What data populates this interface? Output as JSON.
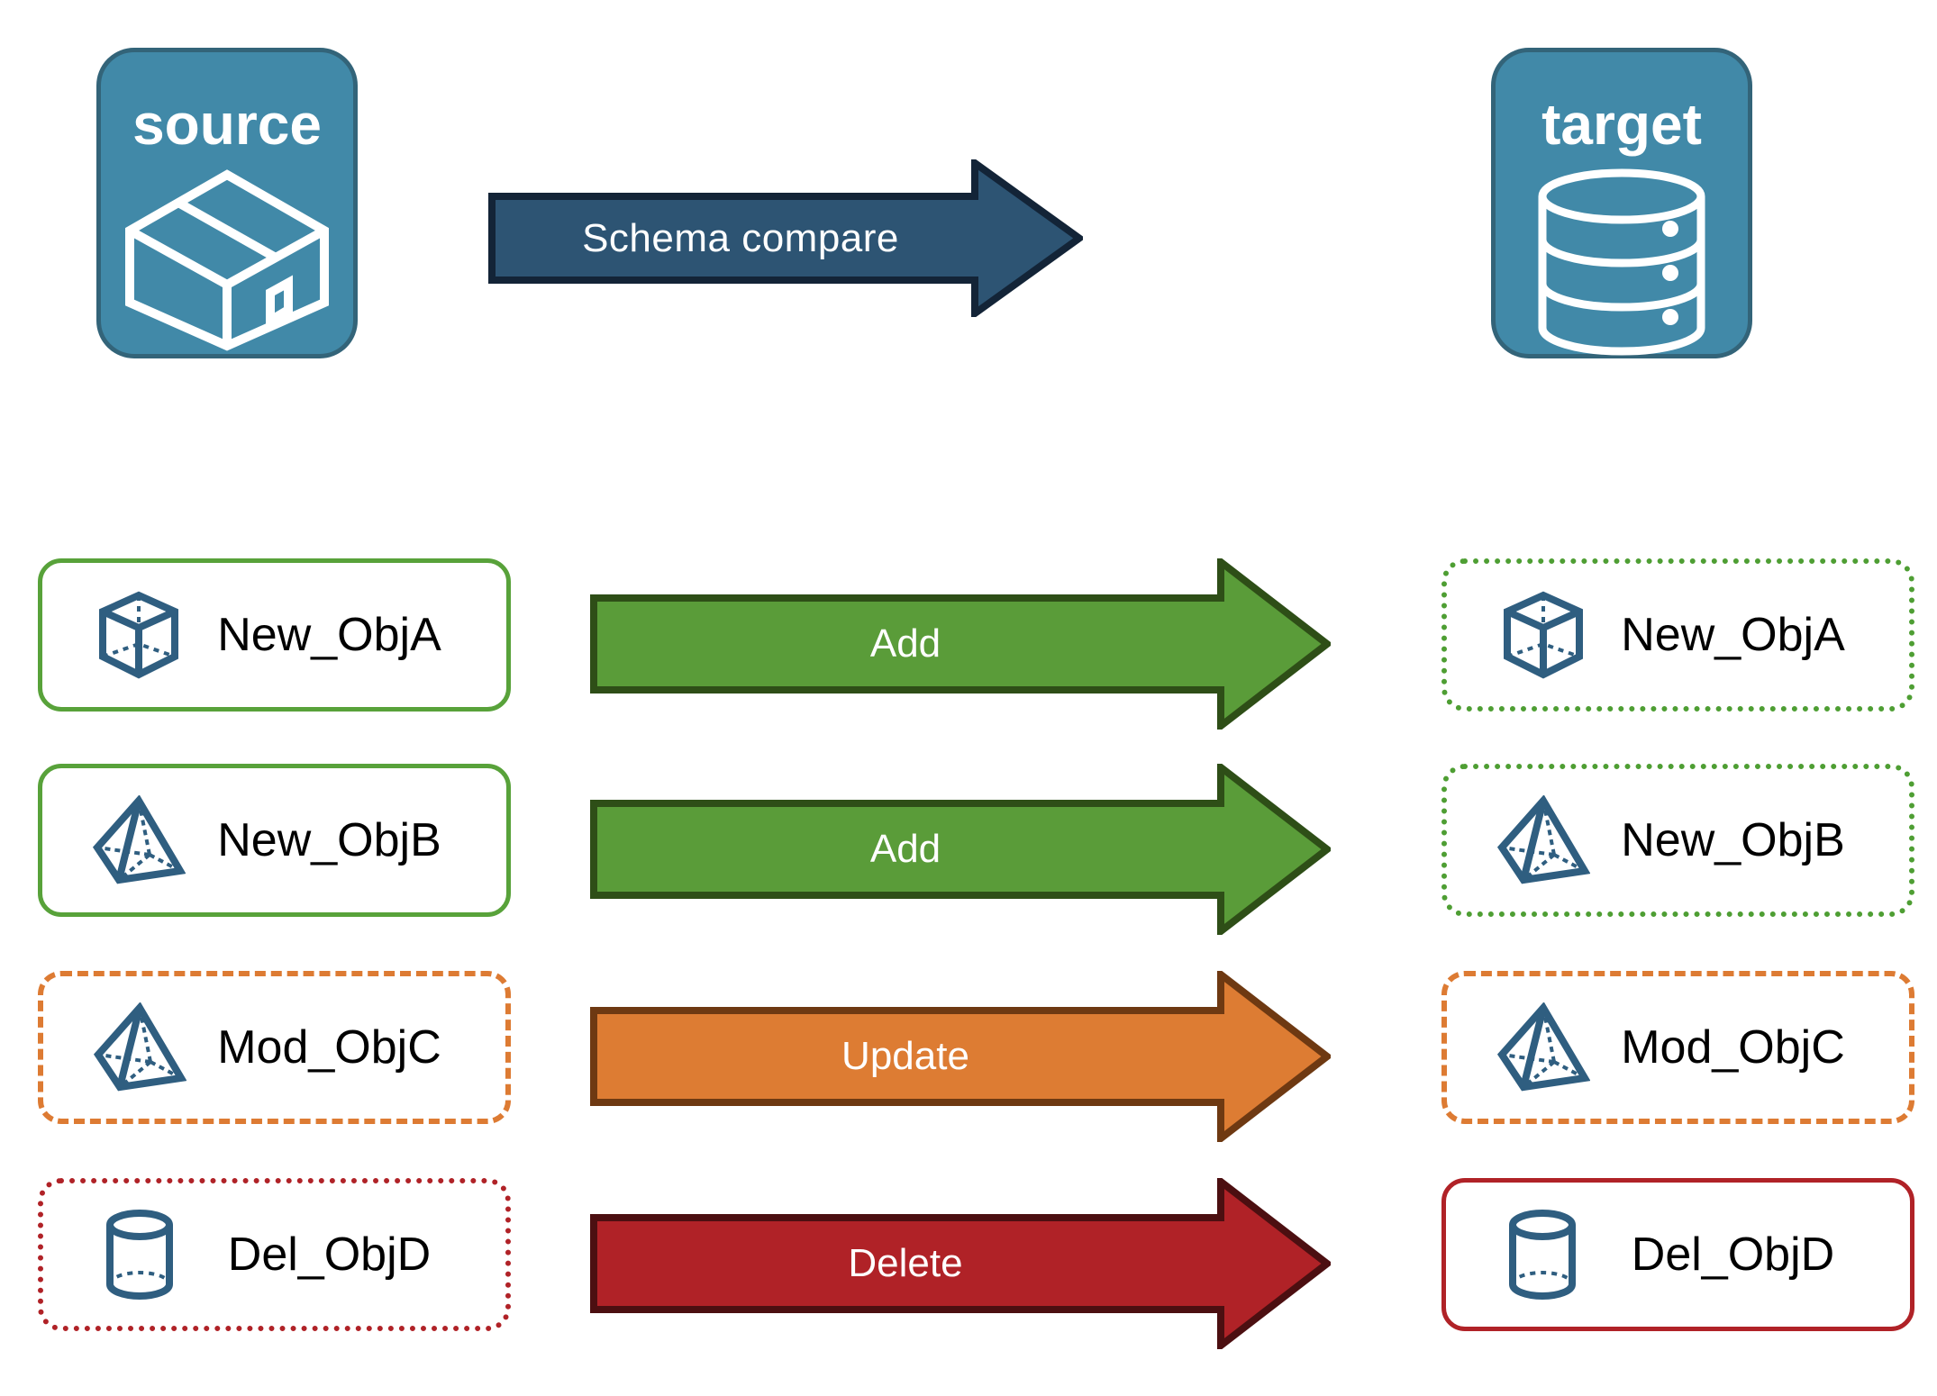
{
  "diagram": {
    "title_source": "source",
    "title_target": "target",
    "header_arrow_label": "Schema compare",
    "colors": {
      "panel_fill": "#4189A8",
      "panel_stroke": "#336479",
      "header_arrow_fill": "#2D5473",
      "header_arrow_stroke": "#132437",
      "add_fill": "#5A9C39",
      "add_stroke": "#2E4E17",
      "update_fill": "#DD7C33",
      "update_stroke": "#6E3912",
      "delete_fill": "#B02227",
      "delete_stroke": "#4C0F11",
      "green_border": "#58A23A",
      "orange_border": "#DD7B33",
      "red_border": "#B02227",
      "icon_blue": "#2F5E80",
      "text_black": "#000000",
      "text_white": "#ffffff"
    },
    "source_panel": {
      "label": "source",
      "icon": "package-box-icon"
    },
    "target_panel": {
      "label": "target",
      "icon": "database-cylinder-icon"
    },
    "rows": [
      {
        "source_label": "New_ObjA",
        "source_icon": "wireframe-cube-icon",
        "source_border": "solid-green",
        "action": "Add",
        "arrow_color": "green",
        "target_label": "New_ObjA",
        "target_icon": "wireframe-cube-icon",
        "target_border": "dotted-green"
      },
      {
        "source_label": "New_ObjB",
        "source_icon": "wireframe-pyramid-icon",
        "source_border": "solid-green",
        "action": "Add",
        "arrow_color": "green",
        "target_label": "New_ObjB",
        "target_icon": "wireframe-pyramid-icon",
        "target_border": "dotted-green"
      },
      {
        "source_label": "Mod_ObjC",
        "source_icon": "wireframe-pyramid-icon",
        "source_border": "dashed-orange",
        "action": "Update",
        "arrow_color": "orange",
        "target_label": "Mod_ObjC",
        "target_icon": "wireframe-pyramid-icon",
        "target_border": "dashed-orange"
      },
      {
        "source_label": "Del_ObjD",
        "source_icon": "wireframe-cylinder-icon",
        "source_border": "dotted-red",
        "action": "Delete",
        "arrow_color": "red",
        "target_label": "Del_ObjD",
        "target_icon": "wireframe-cylinder-icon",
        "target_border": "solid-red"
      }
    ]
  }
}
